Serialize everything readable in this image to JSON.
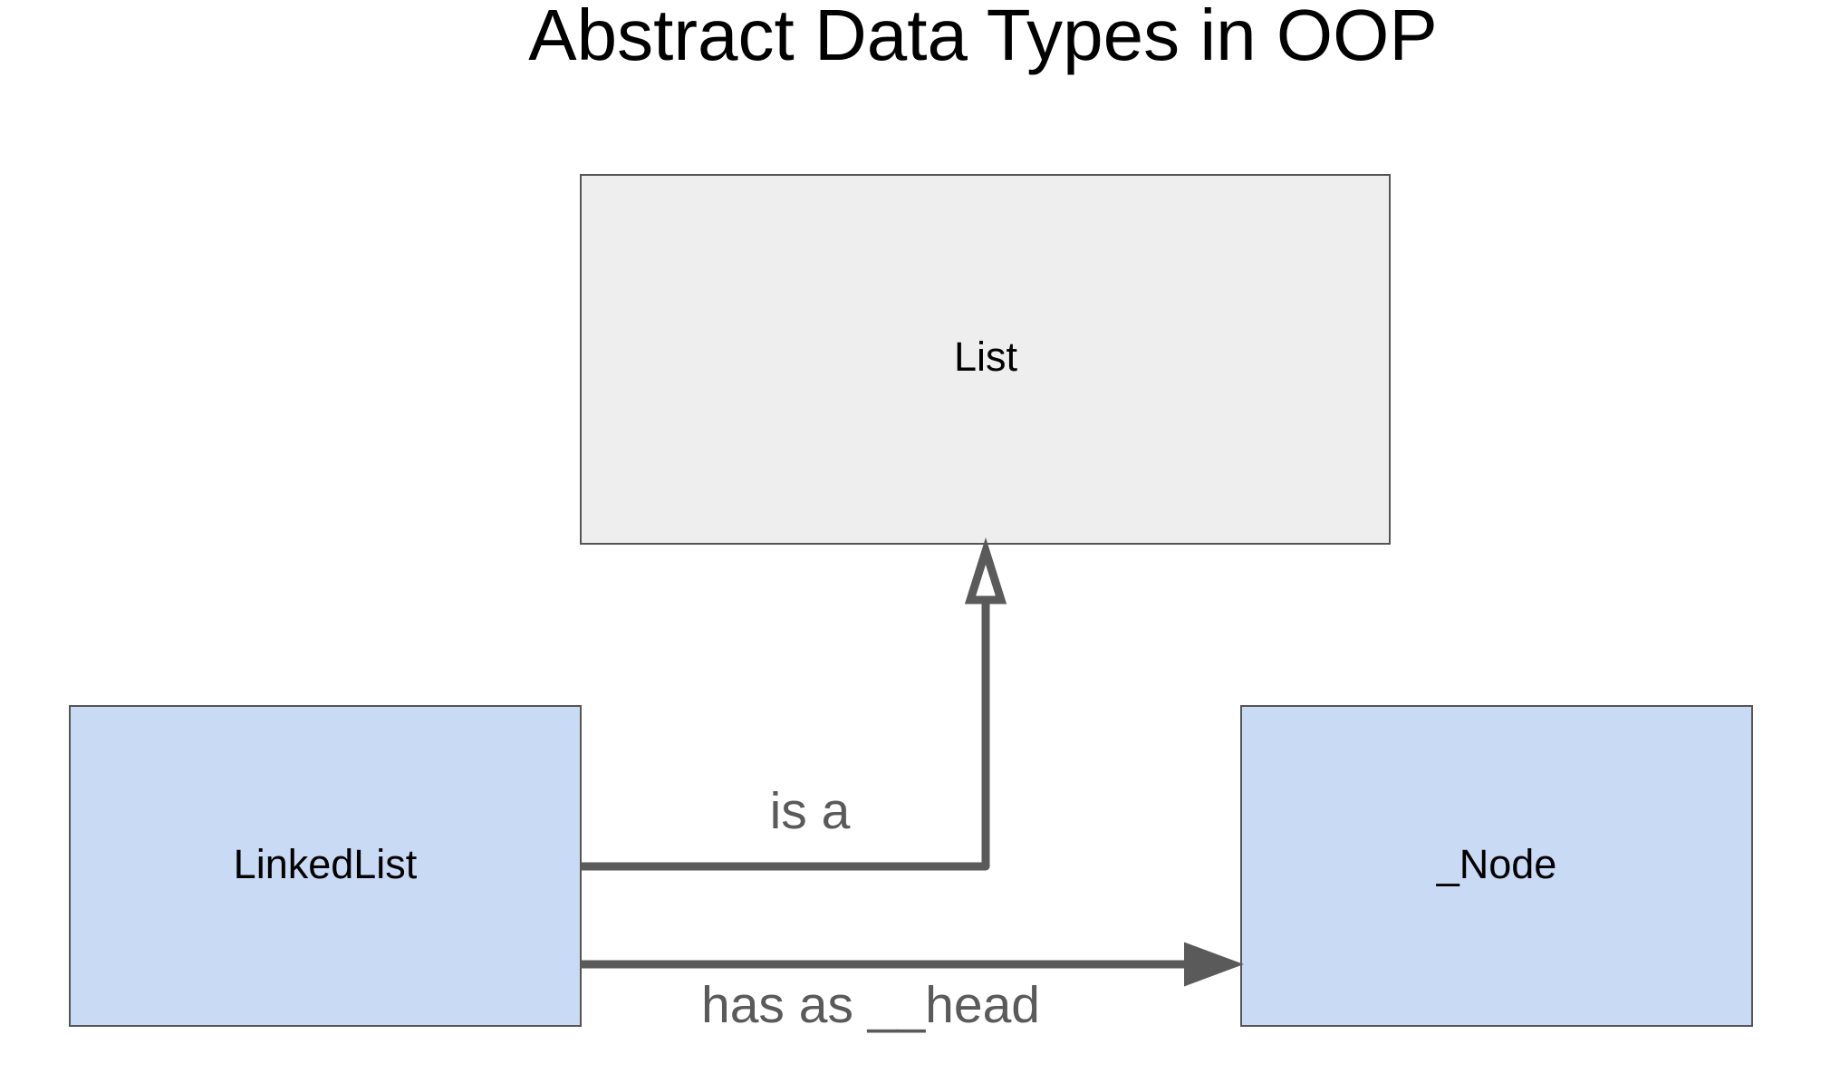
{
  "title": "Abstract Data Types in OOP",
  "colors": {
    "abstract_fill": "#eeeeee",
    "concrete_fill": "#c9daf5",
    "node_stroke": "#555555",
    "edge": "#5a5a5a",
    "label": "#5a5a5a",
    "text": "#000000"
  },
  "nodes": {
    "list": {
      "label": "List"
    },
    "linkedlist": {
      "label": "LinkedList"
    },
    "node": {
      "label": "_Node"
    }
  },
  "edges": {
    "inheritance": {
      "label": "is a",
      "from": "LinkedList",
      "to": "List"
    },
    "association": {
      "label": "has as __head",
      "from": "LinkedList",
      "to": "_Node"
    }
  }
}
